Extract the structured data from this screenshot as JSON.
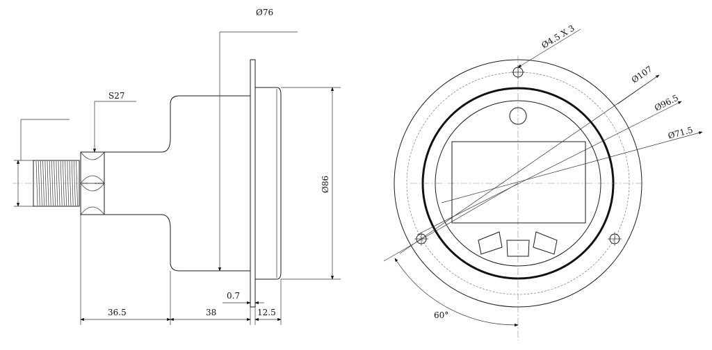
{
  "side_view": {
    "diam_76": "Ø76",
    "hex_s27": "S27",
    "diam_86": "Ø86",
    "len_36_5": "36.5",
    "len_38": "38",
    "len_12_5": "12.5",
    "len_0_7": "0.7"
  },
  "front_view": {
    "holes": "Ø4.5 X 3",
    "diam_107": "Ø107",
    "diam_96_5": "Ø96.5",
    "diam_71_5": "Ø71.5",
    "angle_60": "60°"
  }
}
